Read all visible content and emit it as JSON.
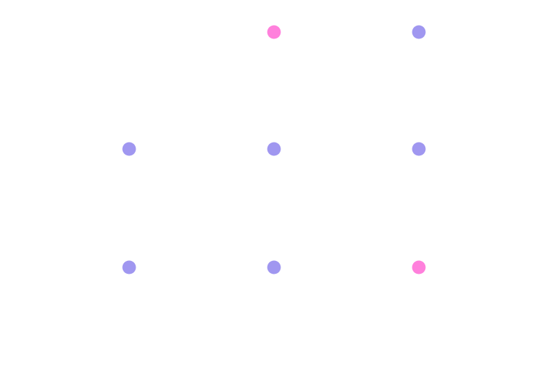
{
  "palette": {
    "default": "#a097f0",
    "highlight": "#ff80dc"
  },
  "grid": {
    "rows": 3,
    "cols": 3
  },
  "dots": [
    {
      "row": 0,
      "col": 0,
      "state": "empty"
    },
    {
      "row": 0,
      "col": 1,
      "state": "highlight"
    },
    {
      "row": 0,
      "col": 2,
      "state": "default"
    },
    {
      "row": 1,
      "col": 0,
      "state": "default"
    },
    {
      "row": 1,
      "col": 1,
      "state": "default"
    },
    {
      "row": 1,
      "col": 2,
      "state": "default"
    },
    {
      "row": 2,
      "col": 0,
      "state": "default"
    },
    {
      "row": 2,
      "col": 1,
      "state": "default"
    },
    {
      "row": 2,
      "col": 2,
      "state": "highlight"
    }
  ]
}
